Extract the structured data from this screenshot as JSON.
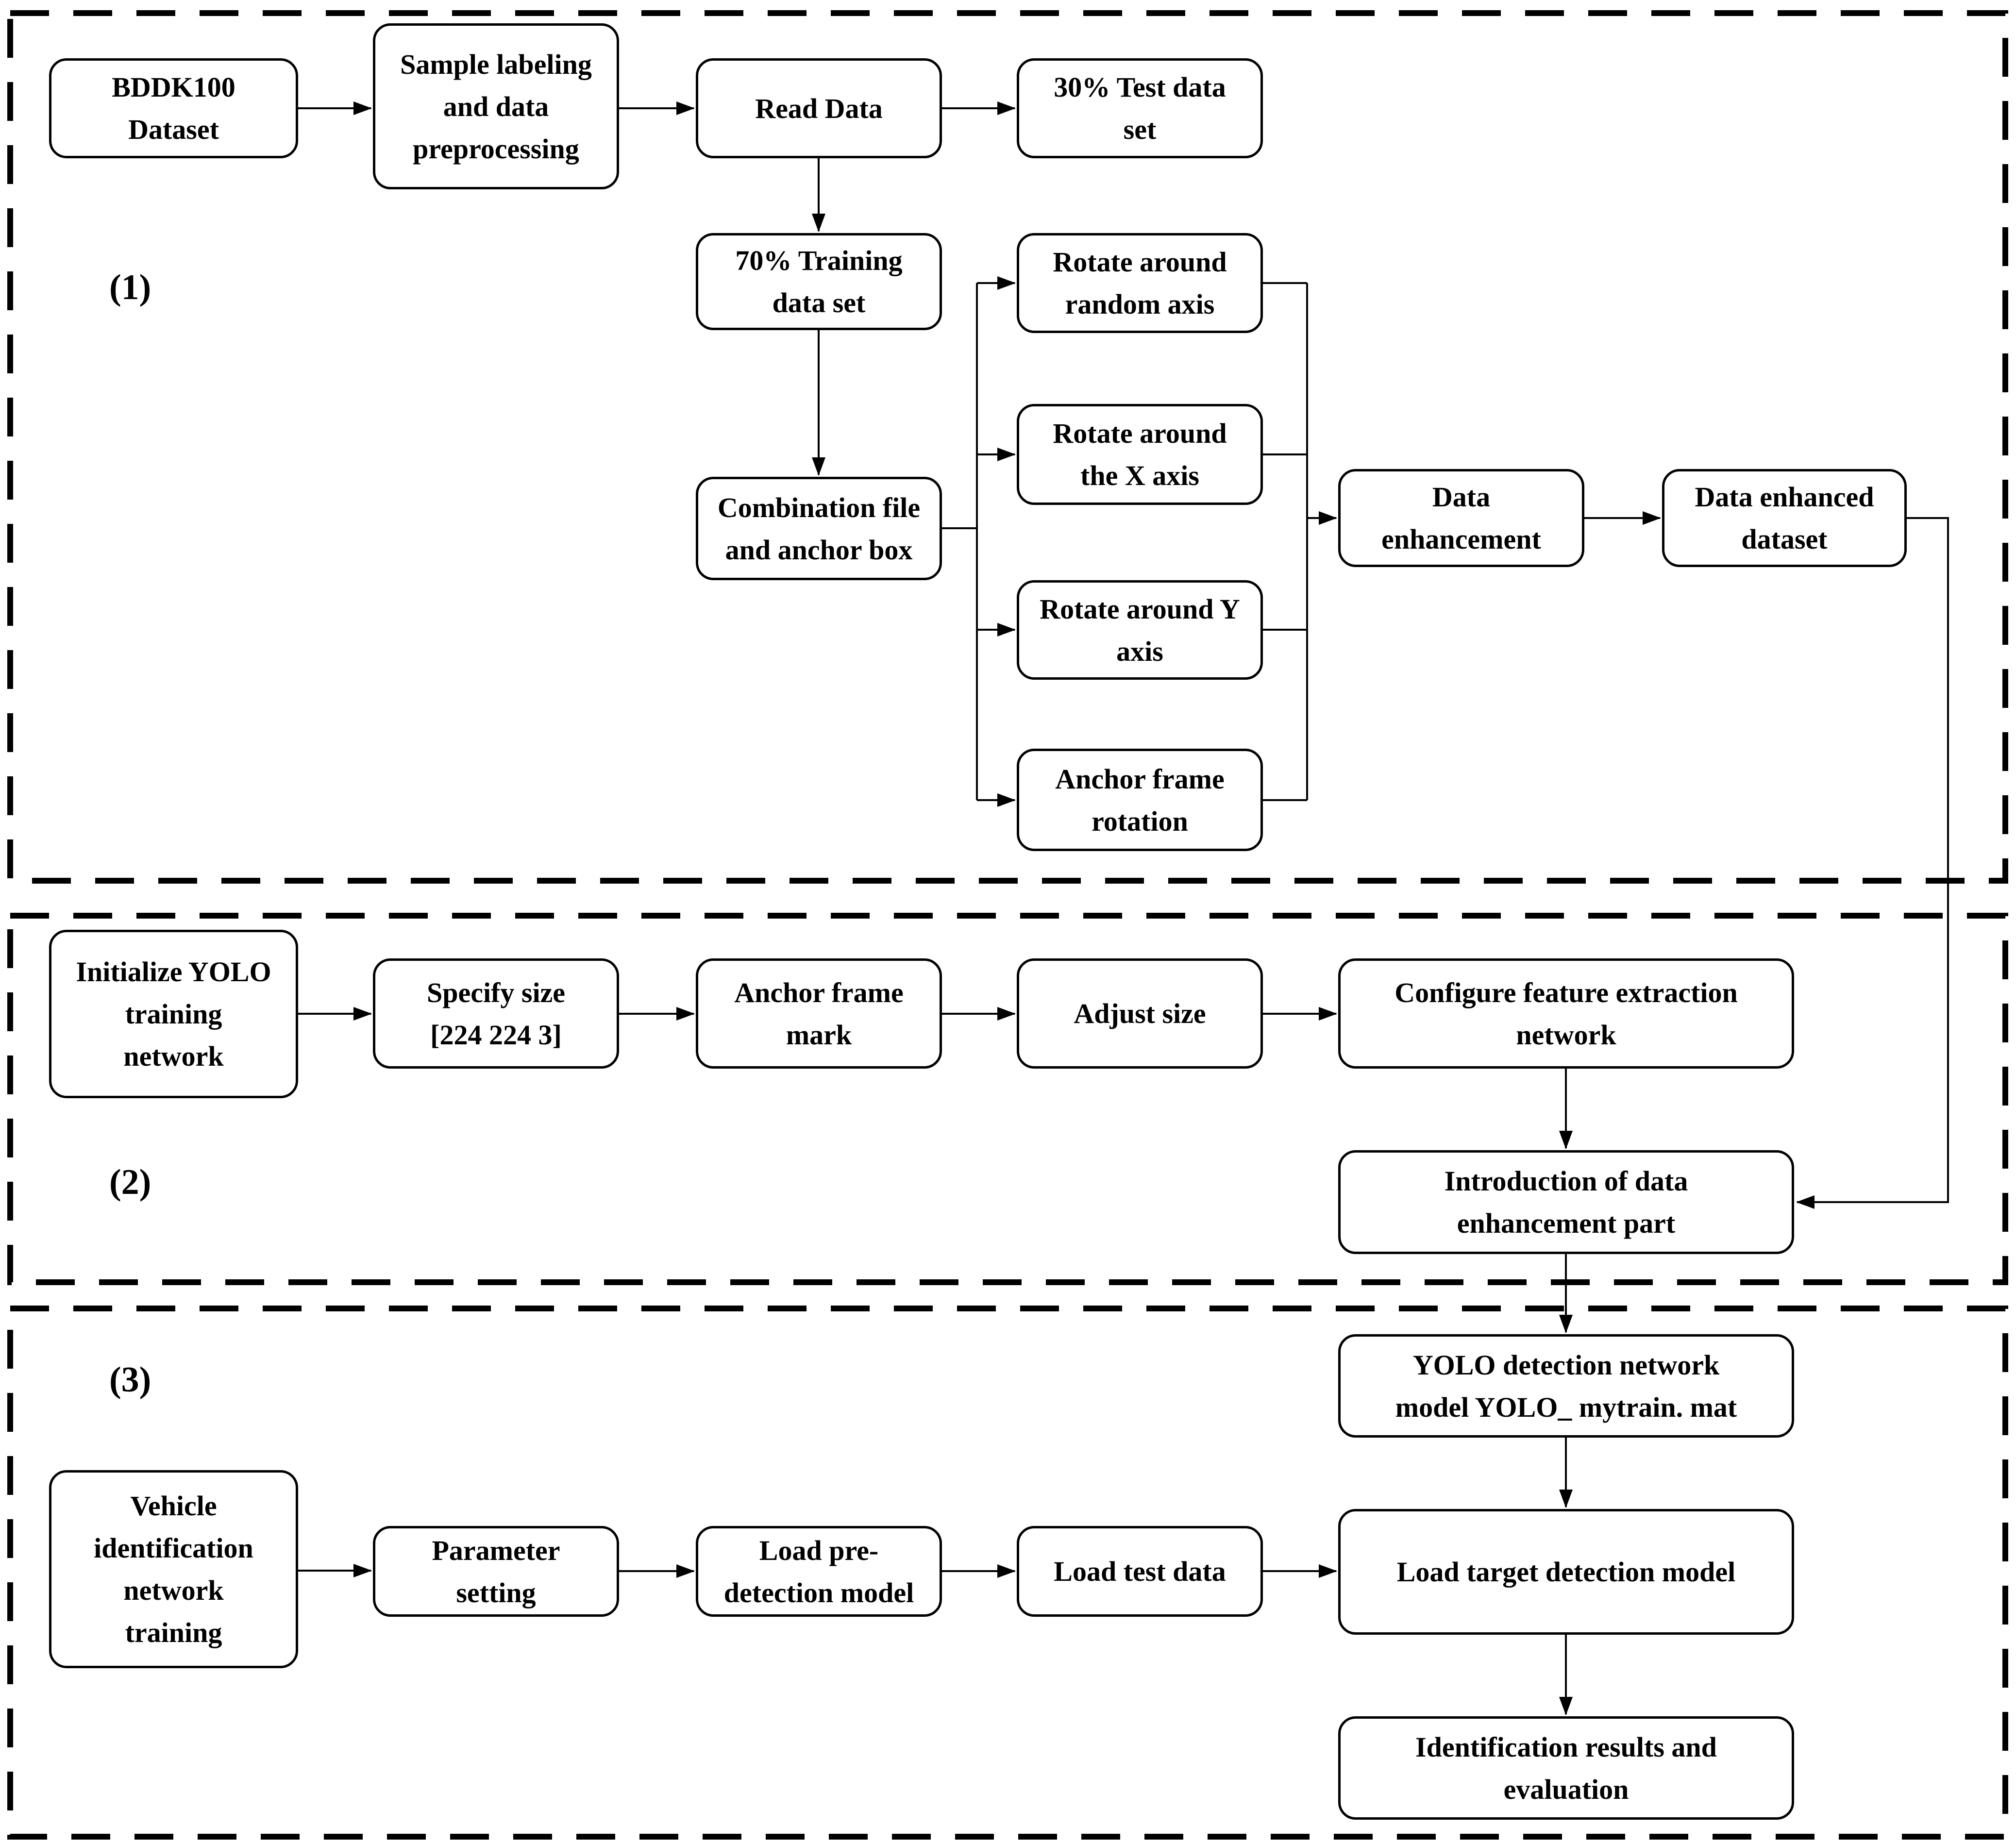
{
  "figure": {
    "background": "#ffffff",
    "line_color": "#000000"
  },
  "sections": [
    {
      "label": "(1)"
    },
    {
      "label": "(2)"
    },
    {
      "label": "(3)"
    }
  ],
  "nodes": {
    "bddk100": {
      "label": "BDDK100\nDataset"
    },
    "sample_labeling": {
      "label": "Sample labeling\nand data\npreprocessing"
    },
    "read_data": {
      "label": "Read Data"
    },
    "test_data": {
      "label": "30% Test data\nset"
    },
    "training_data": {
      "label": "70% Training\ndata set"
    },
    "combination": {
      "label": "Combination file\nand anchor box"
    },
    "rotate_random": {
      "label": "Rotate around\nrandom axis"
    },
    "rotate_x": {
      "label": "Rotate around\nthe X axis"
    },
    "rotate_y": {
      "label": "Rotate around Y\naxis"
    },
    "anchor_rotation": {
      "label": "Anchor frame\nrotation"
    },
    "data_enhancement": {
      "label": "Data\nenhancement"
    },
    "data_enhanced": {
      "label": "Data enhanced\ndataset"
    },
    "init_yolo": {
      "label": "Initialize YOLO\ntraining\nnetwork"
    },
    "specify_size": {
      "label": "Specify size\n[224 224 3]"
    },
    "anchor_mark": {
      "label": "Anchor frame\nmark"
    },
    "adjust_size": {
      "label": "Adjust size"
    },
    "configure": {
      "label": "Configure feature extraction\nnetwork"
    },
    "introduction": {
      "label": "Introduction of data\nenhancement part"
    },
    "yolo_model": {
      "label": "YOLO detection network\nmodel YOLO_ mytrain. mat"
    },
    "vehicle": {
      "label": "Vehicle\nidentification\nnetwork\ntraining"
    },
    "parameter": {
      "label": "Parameter\nsetting"
    },
    "load_pre": {
      "label": "Load pre-\ndetection model"
    },
    "load_test": {
      "label": "Load test data"
    },
    "load_target": {
      "label": "Load target detection model"
    },
    "identification": {
      "label": "Identification results and\nevaluation"
    }
  }
}
